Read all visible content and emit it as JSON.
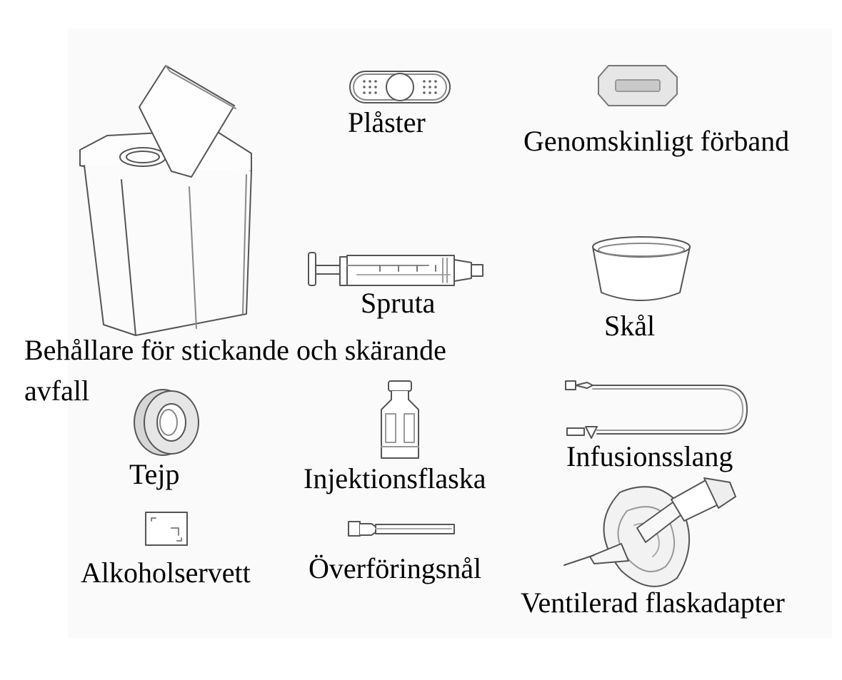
{
  "labels": {
    "plaster": "Plåster",
    "dressing": "Genomskinligt förband",
    "syringe": "Spruta",
    "bowl": "Skål",
    "sharps_line1": "Behållare för stickande och skärande",
    "sharps_line2": "avfall",
    "tape": "Tejp",
    "vial": "Injektionsflaska",
    "tubing": "Infusionsslang",
    "wipe": "Alkoholservett",
    "needle": "Överföringsnål",
    "adapter": "Ventilerad flaskadapter"
  }
}
